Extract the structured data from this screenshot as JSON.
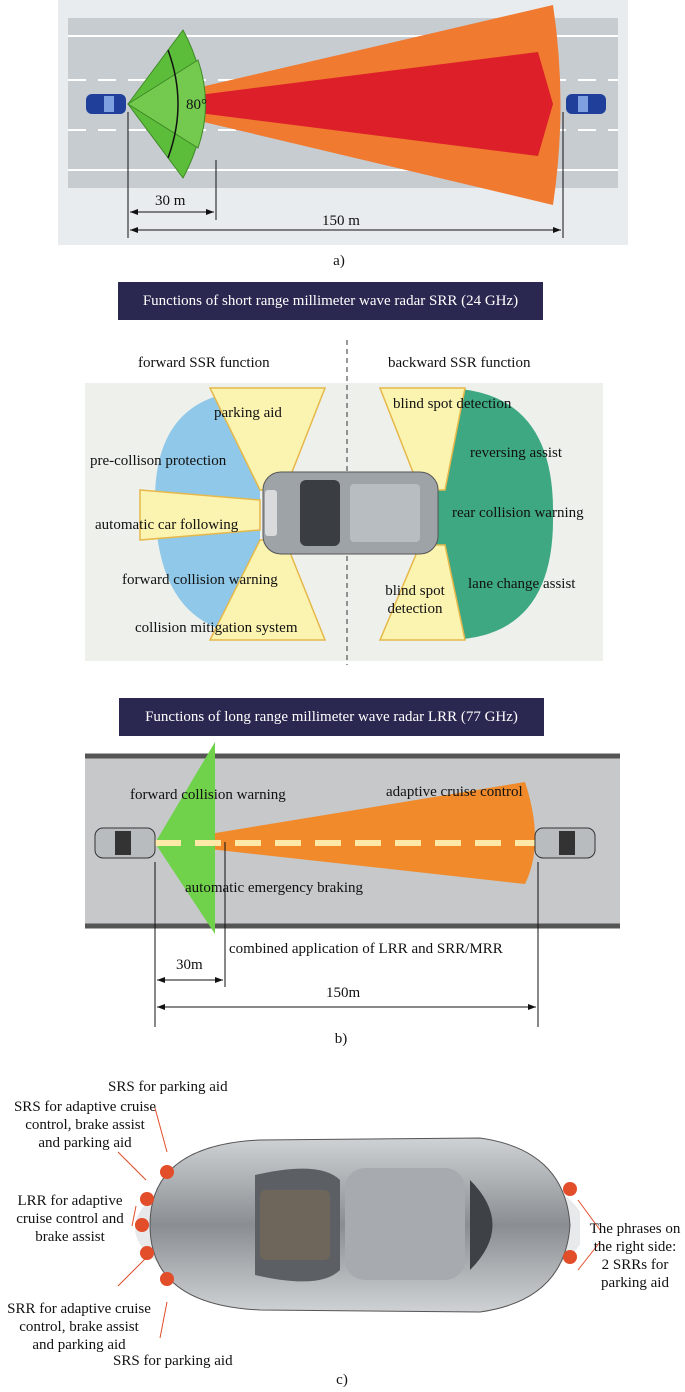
{
  "panel_a": {
    "angle_label": "80°",
    "dim_short": "30 m",
    "dim_long": "150 m",
    "caption": "a)"
  },
  "panel_b": {
    "srr_title": "Functions of short range millimeter wave radar SRR (24 GHz)",
    "forward_title": "forward SSR function",
    "backward_title": "backward SSR function",
    "forward_labels": {
      "parking_aid": "parking aid",
      "pre_collision": "pre-collison protection",
      "car_following": "automatic car following",
      "forward_collision": "forward collision warning",
      "mitigation": "collision mitigation system"
    },
    "backward_labels": {
      "blind_spot_top": "blind spot detection",
      "reversing": "reversing assist",
      "rear_collision": "rear collision warning",
      "blind_spot_bottom": "blind spot\ndetection",
      "lane_change": "lane change assist"
    },
    "lrr_title": "Functions of long range millimeter wave radar LRR (77 GHz)",
    "lrr_labels": {
      "forward_collision": "forward collision warning",
      "acc": "adaptive cruise control",
      "aeb": "automatic emergency braking",
      "combined": "combined application of LRR and SRR/MRR"
    },
    "dim_short": "30m",
    "dim_long": "150m",
    "caption": "b)"
  },
  "panel_c": {
    "labels": {
      "srs_parking_top": "SRS for parking aid",
      "srs_acc_top": "SRS for adaptive cruise\ncontrol, brake assist\nand parking aid",
      "lrr": "LRR for adaptive\ncruise control and\nbrake assist",
      "srr_acc_bottom": "SRR for adaptive cruise\ncontrol, brake assist\nand parking aid",
      "srs_parking_bottom": "SRS for parking aid",
      "right_side": "The phrases on\nthe right side:\n2 SRRs for\nparking aid"
    },
    "caption": "c)"
  },
  "colors": {
    "road": "#cfd4d8",
    "banner": "#2a2750",
    "orange": "#f07a30",
    "red": "#dd1f2a",
    "green": "#5cbd3a",
    "blue_zone": "#8fc8e8",
    "yellow_zone": "#fbf3b0",
    "teal_zone": "#3ea883",
    "sensor": "#e24d2a"
  }
}
